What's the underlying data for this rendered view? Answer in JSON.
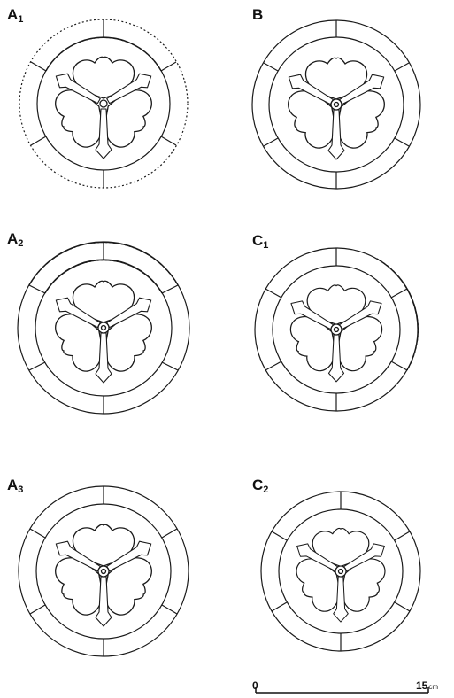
{
  "figure": {
    "crests": [
      {
        "id": "A1",
        "letter": "A",
        "sub": "1",
        "dashed_rings": [
          "outer",
          "inner-top"
        ],
        "segments": 6
      },
      {
        "id": "B",
        "letter": "B",
        "sub": "",
        "dashed_rings": [],
        "segments": 6
      },
      {
        "id": "A2",
        "letter": "A",
        "sub": "2",
        "dashed_rings": [
          "outer-top",
          "inner-top"
        ],
        "segments": 6
      },
      {
        "id": "C1",
        "letter": "C",
        "sub": "1",
        "dashed_rings": [
          "outer-right"
        ],
        "segments": 6
      },
      {
        "id": "A3",
        "letter": "A",
        "sub": "3",
        "dashed_rings": [],
        "segments": 6
      },
      {
        "id": "C2",
        "letter": "C",
        "sub": "2",
        "dashed_rings": [],
        "segments": 6
      }
    ],
    "scale_bar": {
      "start_label": "0",
      "end_label": "15",
      "unit": "cm"
    }
  },
  "colors": {
    "ink": "#1a1a1a",
    "paper": "#ffffff"
  }
}
